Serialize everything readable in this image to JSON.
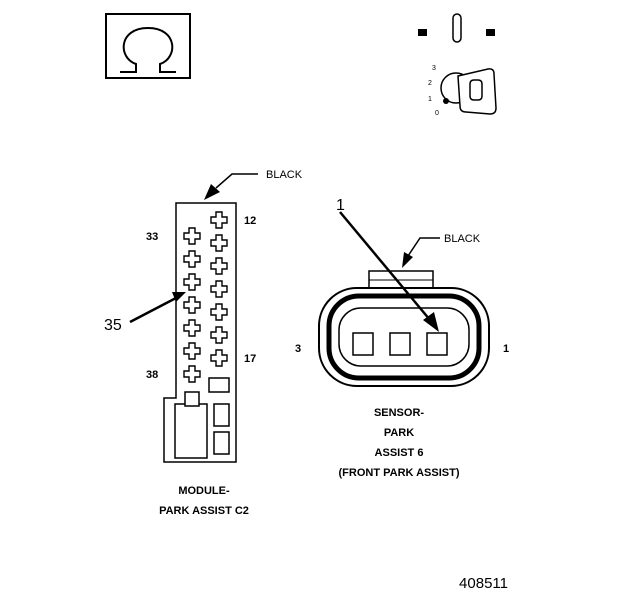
{
  "figure_number": "408511",
  "module_connector": {
    "color_label": "BLACK",
    "pin_labels": {
      "top_right": "12",
      "top_left": "33",
      "mid_right": "17",
      "bottom_left": "38"
    },
    "callout": "35",
    "caption_line1": "MODULE-",
    "caption_line2": "PARK ASSIST C2"
  },
  "sensor_connector": {
    "color_label": "BLACK",
    "callout": "1",
    "pin_left": "3",
    "pin_right": "1",
    "caption_line1": "SENSOR-",
    "caption_line2": "PARK",
    "caption_line3": "ASSIST 6",
    "caption_line4": "(FRONT PARK ASSIST)"
  },
  "ignition_positions": [
    "3",
    "2",
    "1",
    "0"
  ],
  "icons": [
    "ohm-symbol-icon",
    "ignition-key-icon"
  ]
}
